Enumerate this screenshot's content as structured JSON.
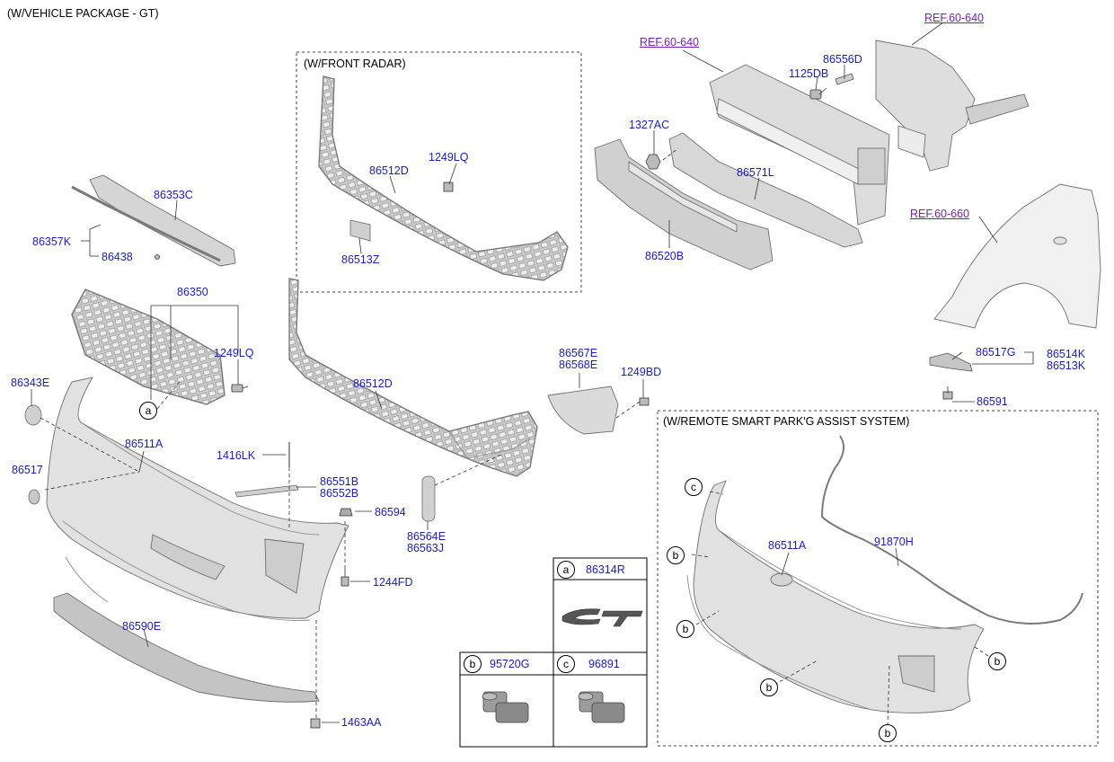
{
  "headers": {
    "package": "(W/VEHICLE PACKAGE - GT)",
    "front_radar": "(W/FRONT RADAR)",
    "remote_park": "(W/REMOTE SMART PARK'G ASSIST SYSTEM)"
  },
  "refs": {
    "ref_640_a": "REF.60-640",
    "ref_640_b": "REF.60-640",
    "ref_660": "REF.60-660"
  },
  "parts": {
    "p86556D": "86556D",
    "p1125DB": "1125DB",
    "p1327AC": "1327AC",
    "p86571L": "86571L",
    "p86520B": "86520B",
    "p86353C": "86353C",
    "p86357K": "86357K",
    "p86438": "86438",
    "p1249LQ_radar": "1249LQ",
    "p86512D_radar": "86512D",
    "p86513Z": "86513Z",
    "p86350": "86350",
    "p1249LQ": "1249LQ",
    "p86343E": "86343E",
    "p86512D": "86512D",
    "p86567E": "86567E",
    "p86568E": "86568E",
    "p1249BD": "1249BD",
    "p86517G": "86517G",
    "p86514K": "86514K",
    "p86513K": "86513K",
    "p86591": "86591",
    "p86511A": "86511A",
    "p86517": "86517",
    "p1416LK": "1416LK",
    "p86551B": "86551B",
    "p86552B": "86552B",
    "p86594": "86594",
    "p86564E": "86564E",
    "p86563J": "86563J",
    "p1244FD": "1244FD",
    "p86590E": "86590E",
    "p1463AA": "1463AA",
    "p86511A_park": "86511A",
    "p91870H": "91870H"
  },
  "callouts": {
    "a": "a",
    "b": "b",
    "c": "c"
  },
  "legend": {
    "a_part": "86314R",
    "b_part": "95720G",
    "c_part": "96891"
  }
}
